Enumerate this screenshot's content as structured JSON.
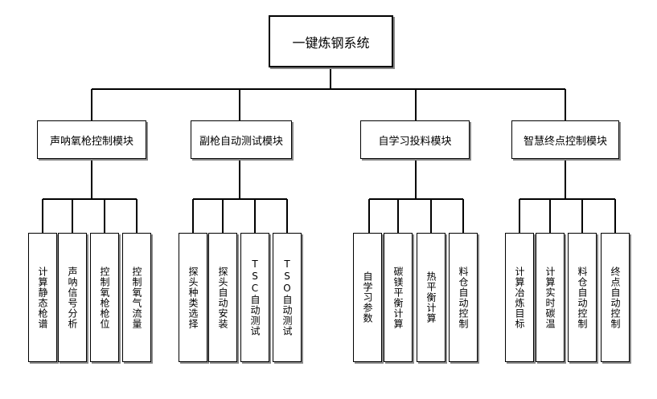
{
  "root": {
    "label": "一键炼钢系统"
  },
  "modules": [
    {
      "label": "声呐氧枪控制模块",
      "leaves": [
        "计算静态枪谱",
        "声呐信号分析",
        "控制氧枪枪位",
        "控制氧气流量"
      ]
    },
    {
      "label": "副枪自动测试模块",
      "leaves": [
        "探头种类选择",
        "探头自动安装",
        "TSC自动测试",
        "TSO自动测试"
      ]
    },
    {
      "label": "自学习投料模块",
      "leaves": [
        "自学习参数",
        "碳镁平衡计算",
        "热平衡计算",
        "料仓自动控制"
      ]
    },
    {
      "label": "智慧终点控制模块",
      "leaves": [
        "计算冶炼目标",
        "计算实时碳温",
        "料仓自动控制",
        "终点自动控制"
      ]
    }
  ]
}
